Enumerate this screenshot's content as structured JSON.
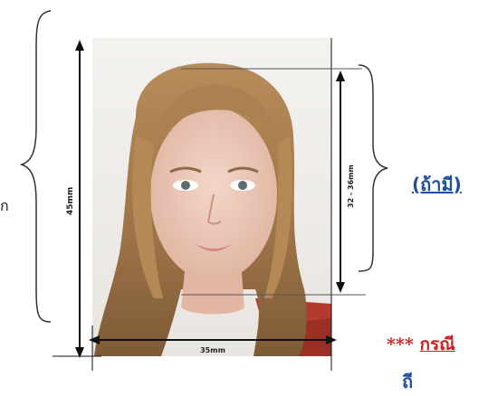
{
  "dimensions": {
    "height_label": "45mm",
    "width_label": "35mm",
    "face_label": "32 - 36mm"
  },
  "side_note": "(ถ้ามี)",
  "footer_note": {
    "stars": "***",
    "word": "กรณี",
    "cutoff_text": "ถี"
  },
  "left_cutoff_text": "ก",
  "colors": {
    "background": "#f1efec",
    "hair": "#a47b4c",
    "shirt": "#b23a2e",
    "note_red": "#cc1f1f",
    "note_blue": "#1f4fa0"
  }
}
